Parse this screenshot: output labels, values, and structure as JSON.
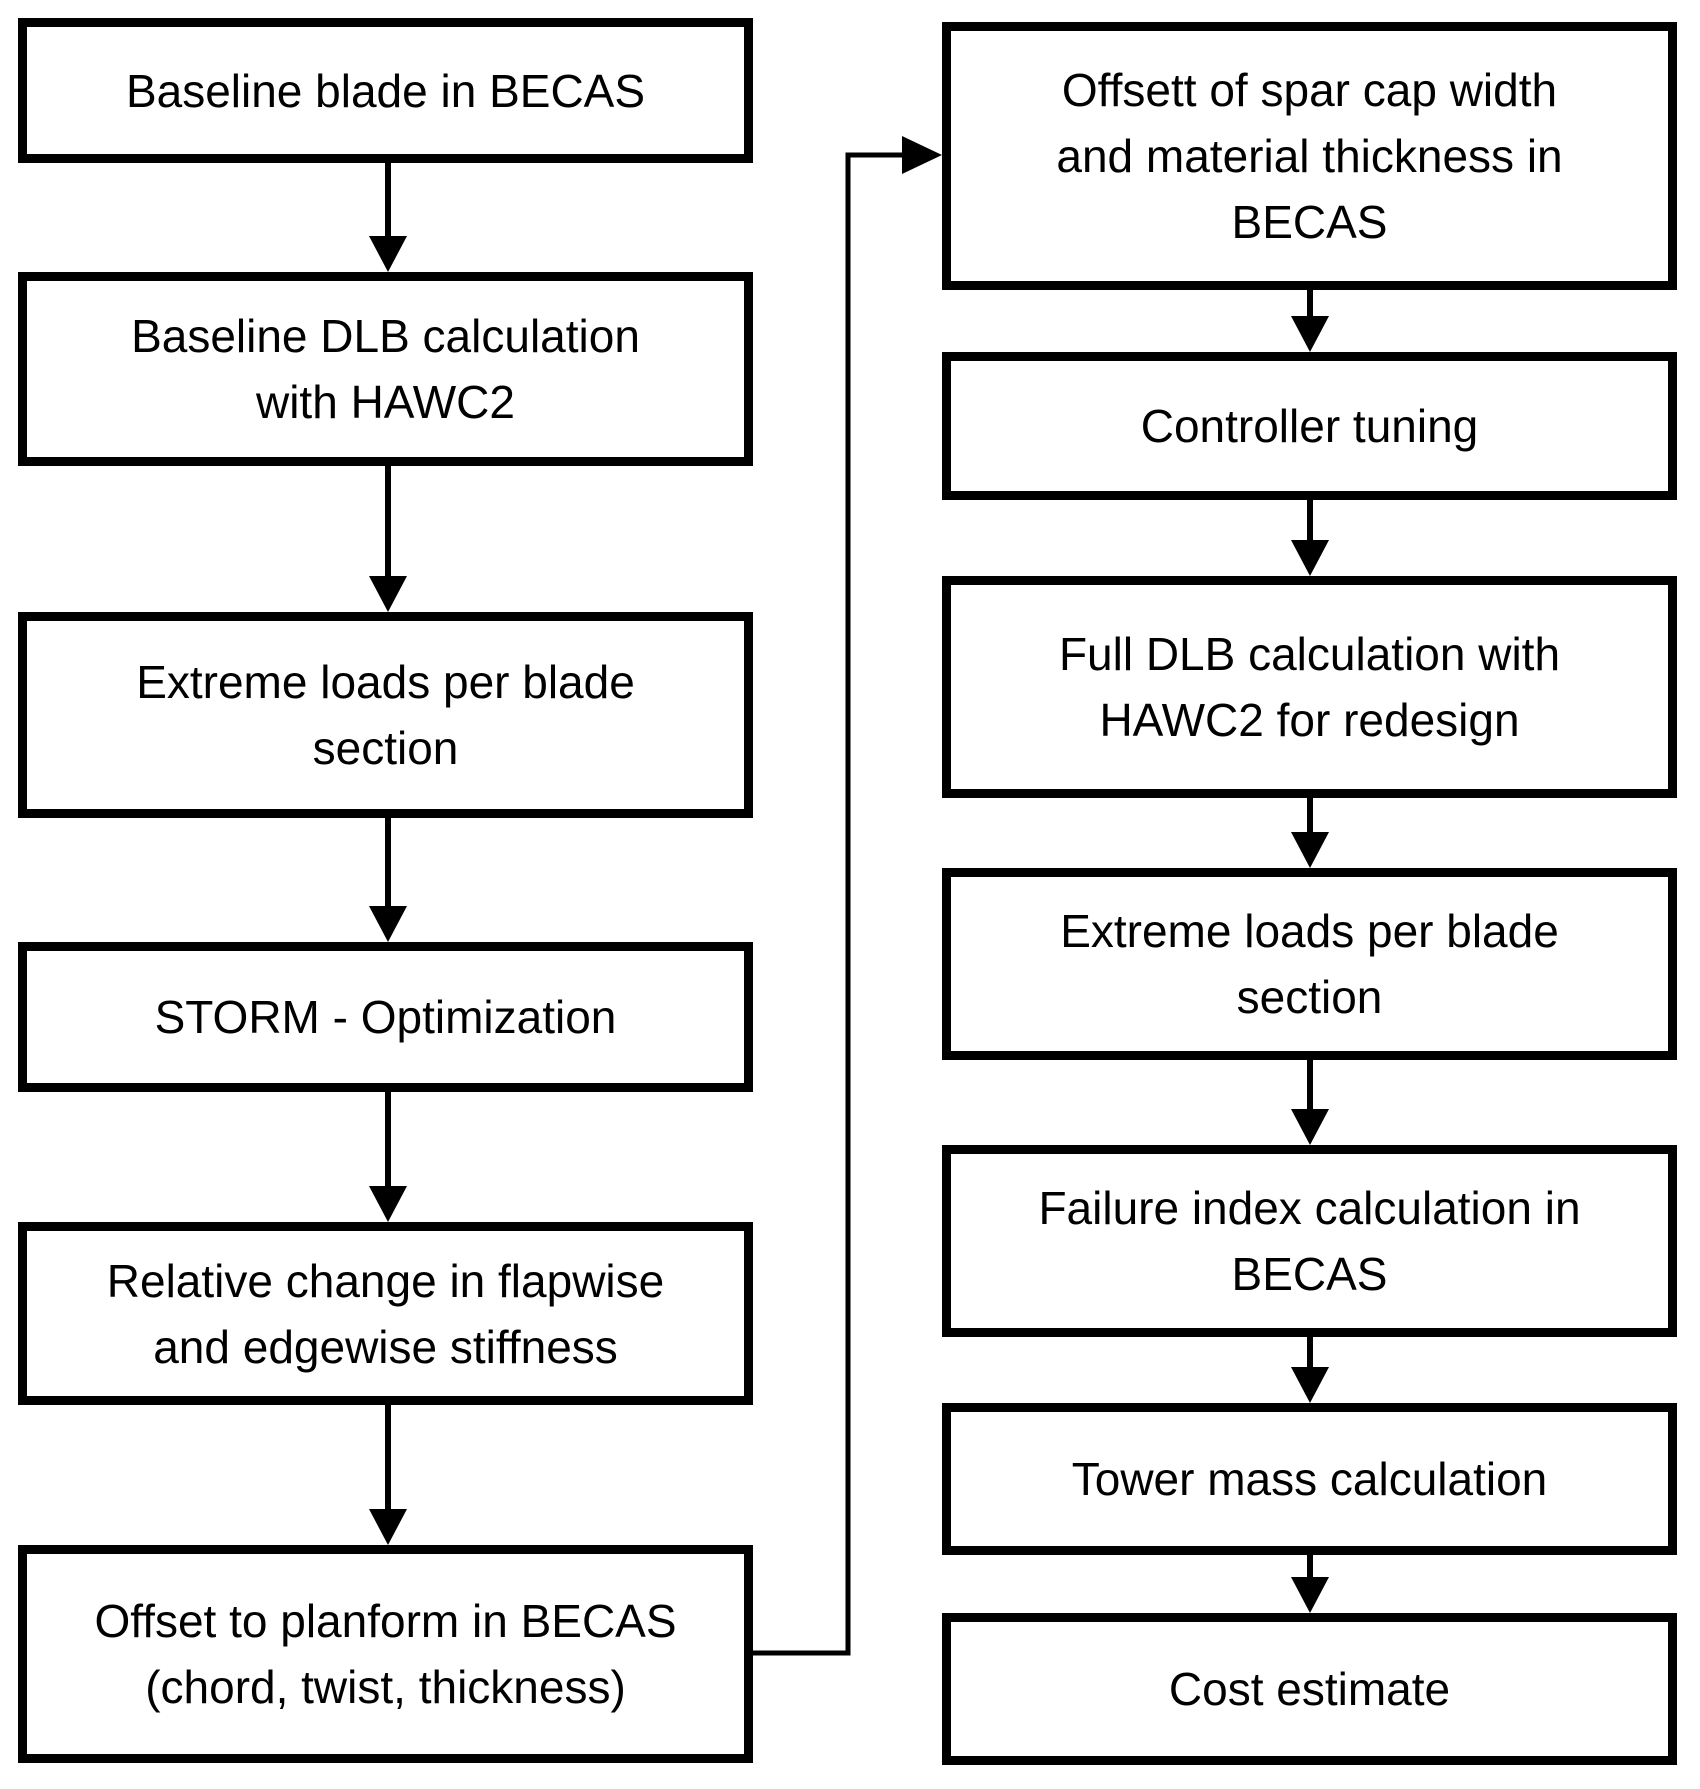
{
  "figure": {
    "type": "flowchart",
    "columns": 2,
    "background_color": "#ffffff",
    "box_border_color": "#000000",
    "text_color": "#000000",
    "arrow_color": "#000000"
  },
  "nodes": {
    "left": [
      {
        "id": "baseline-blade",
        "label": "Baseline blade in BECAS"
      },
      {
        "id": "baseline-dlb",
        "label": "Baseline DLB calculation\nwith HAWC2"
      },
      {
        "id": "extreme-loads-1",
        "label": "Extreme loads per blade\nsection"
      },
      {
        "id": "storm-optimization",
        "label": "STORM - Optimization"
      },
      {
        "id": "relative-change",
        "label": "Relative change in flapwise\nand edgewise stiffness"
      },
      {
        "id": "offset-planform",
        "label": "Offset to planform in BECAS\n(chord, twist, thickness)"
      }
    ],
    "right": [
      {
        "id": "offsett-spar-cap",
        "label": "Offsett of spar cap width\nand material thickness in\nBECAS"
      },
      {
        "id": "controller-tuning",
        "label": "Controller tuning"
      },
      {
        "id": "full-dlb",
        "label": "Full DLB calculation with\nHAWC2 for redesign"
      },
      {
        "id": "extreme-loads-2",
        "label": "Extreme loads per blade\nsection"
      },
      {
        "id": "failure-index",
        "label": "Failure index calculation in\nBECAS"
      },
      {
        "id": "tower-mass",
        "label": "Tower mass calculation"
      },
      {
        "id": "cost-estimate",
        "label": "Cost estimate"
      }
    ]
  },
  "edges": [
    {
      "from": "baseline-blade",
      "to": "baseline-dlb"
    },
    {
      "from": "baseline-dlb",
      "to": "extreme-loads-1"
    },
    {
      "from": "extreme-loads-1",
      "to": "storm-optimization"
    },
    {
      "from": "storm-optimization",
      "to": "relative-change"
    },
    {
      "from": "relative-change",
      "to": "offset-planform"
    },
    {
      "from": "offset-planform",
      "to": "offsett-spar-cap"
    },
    {
      "from": "offsett-spar-cap",
      "to": "controller-tuning"
    },
    {
      "from": "controller-tuning",
      "to": "full-dlb"
    },
    {
      "from": "full-dlb",
      "to": "extreme-loads-2"
    },
    {
      "from": "extreme-loads-2",
      "to": "failure-index"
    },
    {
      "from": "failure-index",
      "to": "tower-mass"
    },
    {
      "from": "tower-mass",
      "to": "cost-estimate"
    }
  ]
}
